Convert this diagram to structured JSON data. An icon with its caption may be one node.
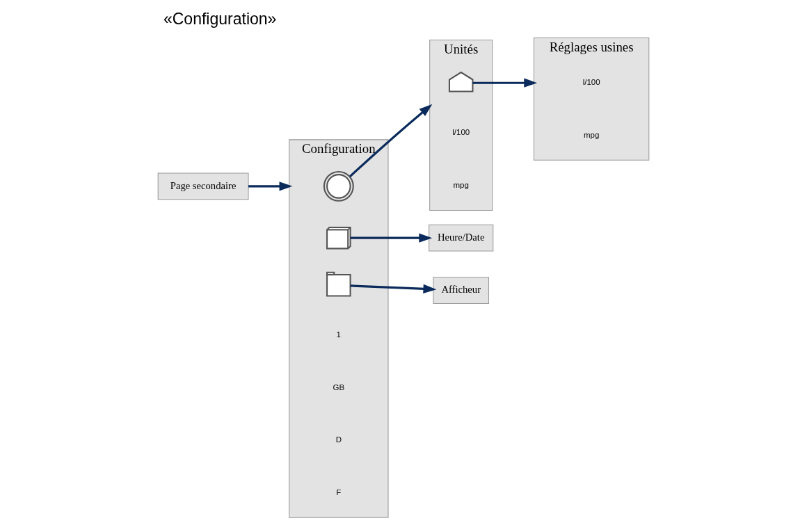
{
  "diagram": {
    "title": "«Configuration»",
    "nodes": [
      {
        "text": [
          "Page secondaire"
        ]
      },
      {
        "text": [
          "Configuration"
        ]
      },
      {
        "text": [],
        "shape": "gear",
        "in": 1
      },
      {
        "text": [],
        "shape": "clock",
        "in": 1
      },
      {
        "text": [],
        "shape": "monitor",
        "in": 1
      },
      {
        "text": [
          "Unités"
        ]
      },
      {
        "text": [],
        "shape": "factory",
        "in": 5
      },
      {
        "text": [
          "Réglages usines"
        ]
      },
      {
        "text": [
          "Heure/Date"
        ]
      },
      {
        "text": [
          "Afficheur"
        ]
      }
    ],
    "edges": [
      {
        "from": 0,
        "to": 1,
        "arrow": "to"
      },
      {
        "from": 2,
        "to": 5,
        "arrow": "to"
      },
      {
        "from": 6,
        "to": 7,
        "arrow": "to"
      },
      {
        "from": 3,
        "to": 8,
        "arrow": "to"
      },
      {
        "from": 4,
        "to": 9,
        "arrow": "to"
      }
    ],
    "labels": [
      "1",
      "GB",
      "D",
      "F",
      "l/100",
      "mpg",
      "l/100",
      "mpg"
    ]
  }
}
